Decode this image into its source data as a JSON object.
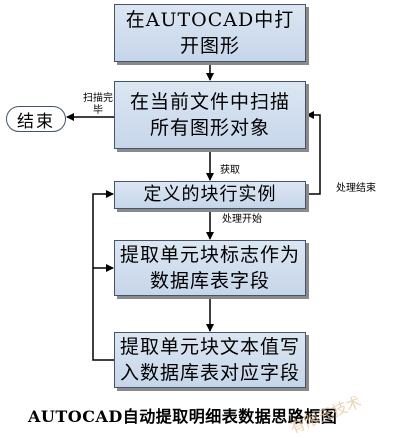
{
  "nodes": {
    "open": "在AUTOCAD中打开图形",
    "scan": "在当前文件中扫描所有图形对象",
    "block_instance": "定义的块行实例",
    "extract_flag": "提取单元块标志作为数据库表字段",
    "extract_text": "提取单元块文本值写入数据库表对应字段",
    "end": "结束"
  },
  "edge_labels": {
    "scan_done": "扫描完毕",
    "get": "获取",
    "process_end": "处理结束",
    "process_start": "处理开始"
  },
  "caption": "AUTOCAD自动提取明细表数据思路框图",
  "watermark": "有限元技术"
}
